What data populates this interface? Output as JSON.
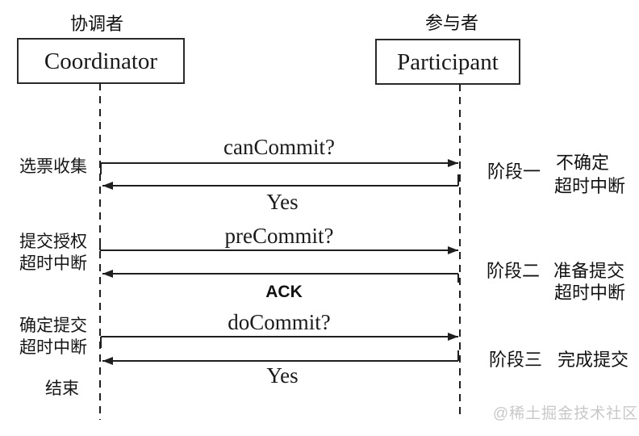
{
  "diagram": {
    "coordinator": {
      "role_title": "协调者",
      "box_label": "Coordinator"
    },
    "participant": {
      "role_title": "参与者",
      "box_label": "Participant"
    },
    "messages": {
      "can_commit": "canCommit?",
      "yes1": "Yes",
      "pre_commit": "preCommit?",
      "ack": "ACK",
      "do_commit": "doCommit?",
      "yes2": "Yes"
    },
    "left_labels": {
      "vote_collect": "选票收集",
      "grant_line1": "提交授权",
      "grant_line2": "超时中断",
      "confirm_line1": "确定提交",
      "confirm_line2": "超时中断",
      "end": "结束"
    },
    "phases": {
      "p1_name": "阶段一",
      "p1_status1": "不确定",
      "p1_status2": "超时中断",
      "p2_name": "阶段二",
      "p2_status1": "准备提交",
      "p2_status2": "超时中断",
      "p3_name": "阶段三",
      "p3_status1": "完成提交"
    },
    "watermark": "@稀土掘金技术社区",
    "colors": {
      "line": "#1f1f1f",
      "text": "#111111",
      "watermark": "#c8c8c8",
      "background": "#ffffff"
    }
  }
}
